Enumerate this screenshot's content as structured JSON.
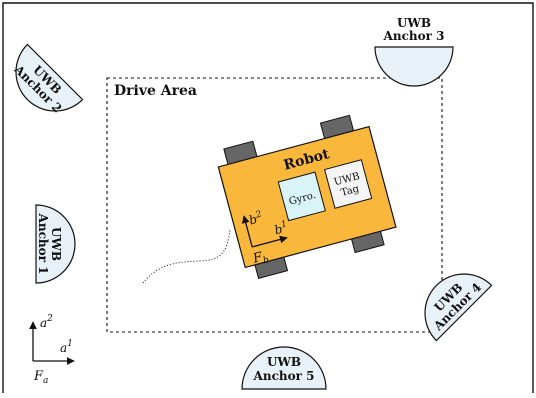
{
  "anchors": {
    "a1": {
      "line1": "UWB",
      "line2": "Anchor 1"
    },
    "a2": {
      "line1": "UWB",
      "line2": "Anchor 2"
    },
    "a3": {
      "line1": "UWB",
      "line2": "Anchor 3"
    },
    "a4": {
      "line1": "UWB",
      "line2": "Anchor 4"
    },
    "a5": {
      "line1": "UWB",
      "line2": "Anchor 5"
    }
  },
  "drive_area": {
    "label": "Drive Area"
  },
  "robot": {
    "label": "Robot",
    "gyro_label": "Gyro.",
    "tag_line1": "UWB",
    "tag_line2": "Tag",
    "frame_label": "F",
    "frame_sub": "b",
    "axis1_base": "b",
    "axis1_sup": "1",
    "axis2_base": "b",
    "axis2_sup": "2"
  },
  "global_frame": {
    "frame_label": "F",
    "frame_sub": "a",
    "axis1_base": "a",
    "axis1_sup": "1",
    "axis2_base": "a",
    "axis2_sup": "2"
  },
  "colors": {
    "anchor_fill": "#e8f0f8",
    "robot_body": "#f9b73c",
    "wheel": "#666666",
    "gyro_fill": "#d8f4f6",
    "tag_fill": "#f4f4f4",
    "outline": "#111111"
  }
}
